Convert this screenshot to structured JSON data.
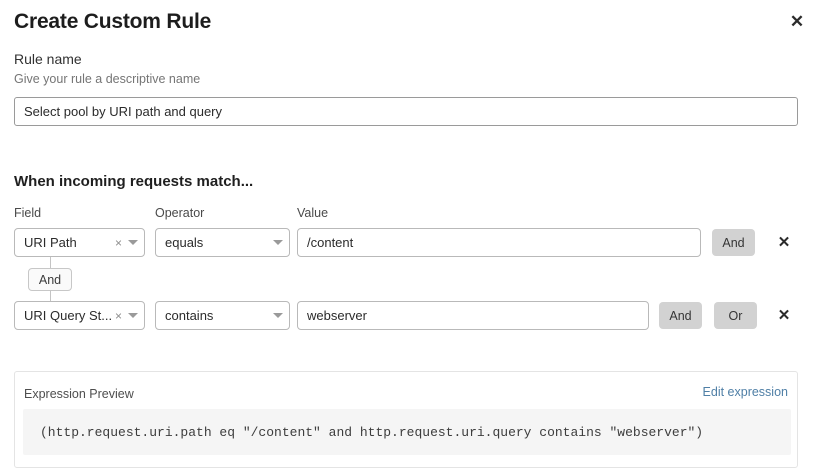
{
  "modal": {
    "title": "Create Custom Rule",
    "close_icon": "close-icon"
  },
  "rule_name": {
    "label": "Rule name",
    "help": "Give your rule a descriptive name",
    "value": "Select pool by URI path and query",
    "placeholder": "Rule name"
  },
  "match_section": {
    "heading": "When incoming requests match...",
    "columns": {
      "field": "Field",
      "operator": "Operator",
      "value": "Value"
    },
    "connector": {
      "label": "And"
    },
    "rows": [
      {
        "field": "URI Path",
        "operator": "equals",
        "value": "/content",
        "value_placeholder": "Value",
        "logic_buttons": [
          "And"
        ],
        "delete_icon": "close-icon",
        "clear_icon": "clear-icon",
        "caret_icon": "chevron-down-icon"
      },
      {
        "field": "URI Query St...",
        "operator": "contains",
        "value": "webserver",
        "value_placeholder": "Value",
        "logic_buttons": [
          "And",
          "Or"
        ],
        "delete_icon": "close-icon",
        "clear_icon": "clear-icon",
        "caret_icon": "chevron-down-icon"
      }
    ]
  },
  "expression_preview": {
    "label": "Expression Preview",
    "edit_link": "Edit expression",
    "expression": "(http.request.uri.path eq \"/content\" and http.request.uri.query contains \"webserver\")"
  },
  "colors": {
    "link": "#4f7fa6",
    "logic_button_bg": "#d2d2d2",
    "code_bg": "#f5f5f5",
    "border": "#b9b9b9"
  }
}
